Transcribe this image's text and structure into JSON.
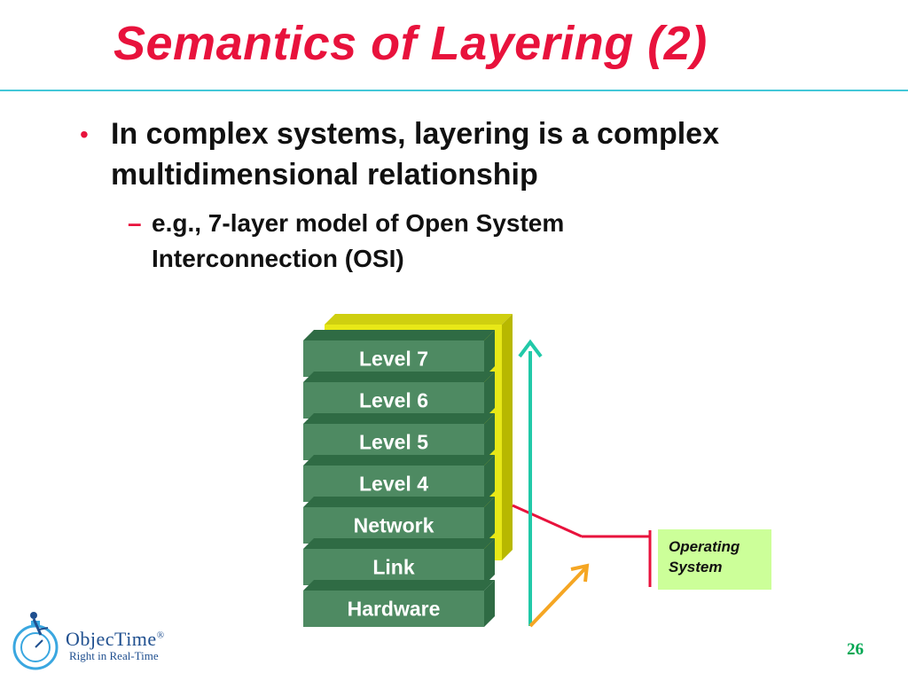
{
  "slide": {
    "title": "Semantics of Layering (2)",
    "page_number": "26"
  },
  "bullets": [
    {
      "marker": "•",
      "lines": [
        "In complex systems, layering is a complex",
        "multidimensional relationship"
      ],
      "sub": [
        {
          "marker": "–",
          "lines": [
            "e.g., 7-layer model of Open System",
            "Interconnection (OSI)"
          ]
        }
      ]
    }
  ],
  "diagram": {
    "layers": [
      "Level 7",
      "Level 6",
      "Level 5",
      "Level 4",
      "Network",
      "Link",
      "Hardware"
    ],
    "os_box": {
      "lines": [
        "Operating",
        "System"
      ]
    },
    "colors": {
      "layer_fill": "#4e8a62",
      "layer_side": "#2f6b44",
      "yellow_panel": "#e8e817",
      "arrow_up": "#21c9a8",
      "arrow_diag": "#f5a623",
      "connector": "#e8123c",
      "os_fill": "#ccff99"
    }
  },
  "logo": {
    "name": "ObjecTime",
    "registered": "®",
    "tagline": "Right in Real-Time"
  }
}
